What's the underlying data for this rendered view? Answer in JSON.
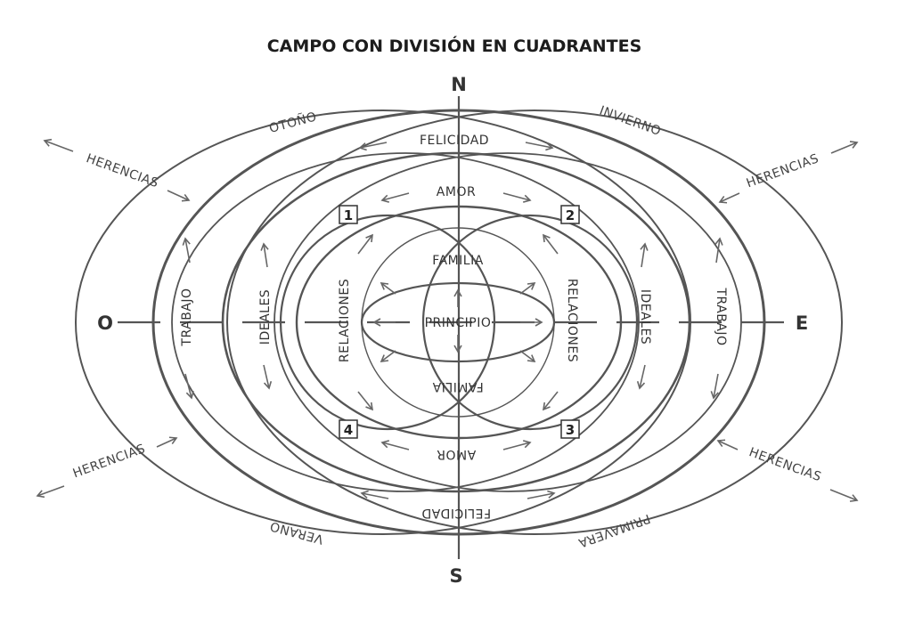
{
  "title": "CAMPO CON DIVISIÓN EN CUADRANTES",
  "compass": {
    "north": "N",
    "south": "S",
    "east": "E",
    "west": "O"
  },
  "seasons": {
    "top_left": "OTOÑO",
    "top_right": "INVIERNO",
    "bottom_left": "VERANO",
    "bottom_right": "PRIMAVERA"
  },
  "herencias": "HERENCIAS",
  "rings": {
    "felicidad": "FELICIDAD",
    "amor": "AMOR",
    "familia": "FAMILIA",
    "principio": "PRINCIPIO",
    "relaciones": "RELACIONES",
    "ideales": "IDEALES",
    "trabajo": "TRABAJO"
  },
  "quadrants": [
    "1",
    "2",
    "3",
    "4"
  ]
}
